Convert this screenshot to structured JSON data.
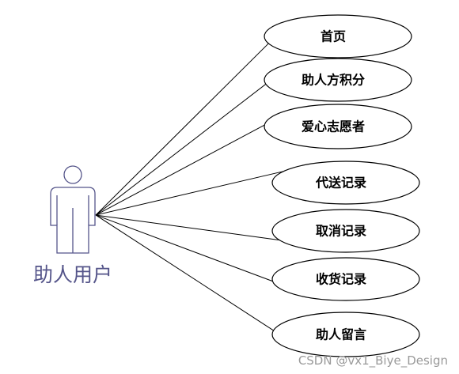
{
  "actor": {
    "label": "助人用户"
  },
  "use_cases": [
    {
      "label": "首页"
    },
    {
      "label": "助人方积分"
    },
    {
      "label": "爱心志愿者"
    },
    {
      "label": "代送记录"
    },
    {
      "label": "取消记录"
    },
    {
      "label": "收货记录"
    },
    {
      "label": "助人留言"
    }
  ],
  "watermark": {
    "text": "CSDN @vx1_Biye_Design"
  },
  "colors": {
    "actor_stroke": "#55558a",
    "line": "#000000",
    "watermark": "#9a9a9a"
  }
}
